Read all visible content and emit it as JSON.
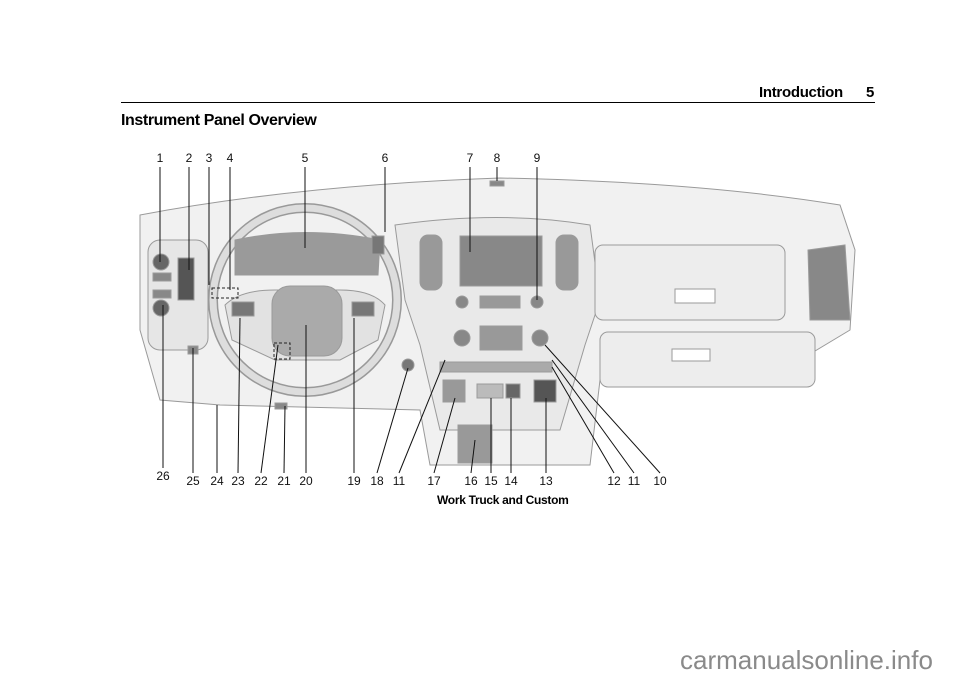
{
  "header": {
    "section": "Introduction",
    "page_number": "5"
  },
  "page_title": "Instrument Panel Overview",
  "figure": {
    "caption": "Work Truck and Custom",
    "callouts_top": [
      "1",
      "2",
      "3",
      "4",
      "5",
      "6",
      "7",
      "8",
      "9"
    ],
    "callouts_bottom": [
      "26",
      "25",
      "24",
      "23",
      "22",
      "21",
      "20",
      "19",
      "18",
      "11",
      "17",
      "16",
      "15",
      "14",
      "13",
      "12",
      "11",
      "10"
    ]
  },
  "watermark": "carmanualsonline.info"
}
